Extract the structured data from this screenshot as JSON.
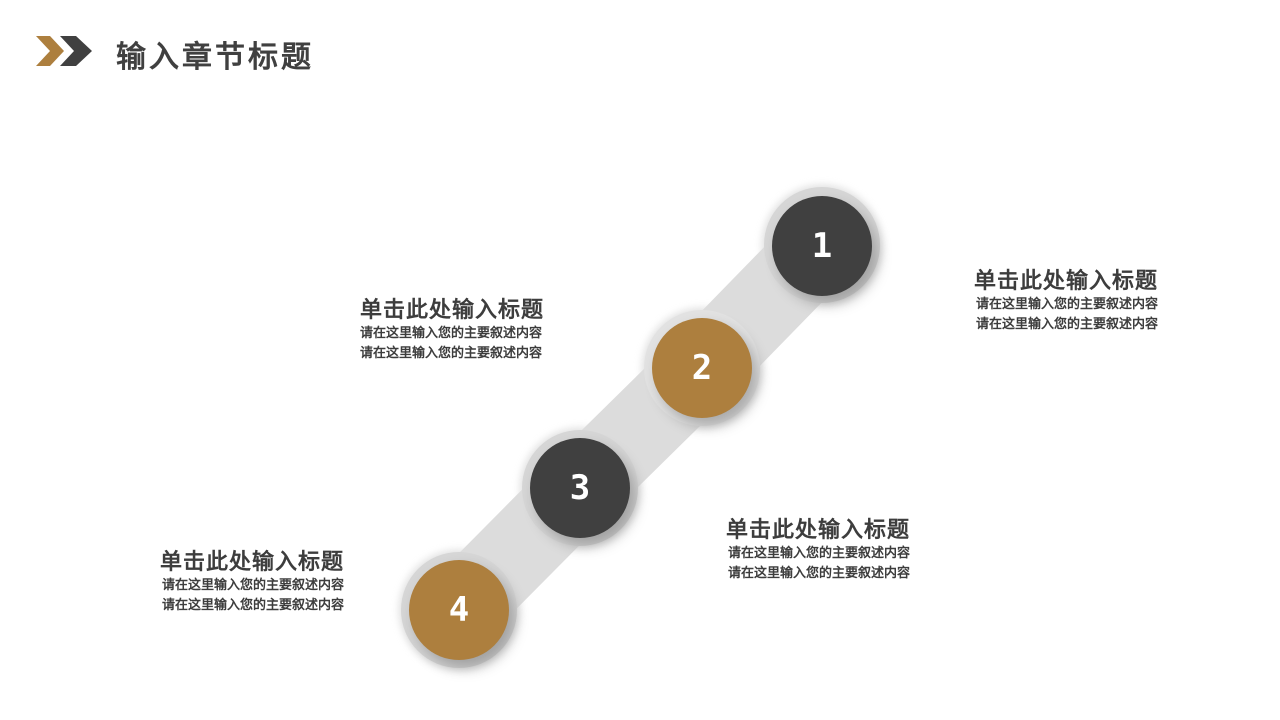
{
  "header": {
    "title": "输入章节标题",
    "chevron_colors": [
      "#ad7f3e",
      "#404040"
    ]
  },
  "colors": {
    "dark": "#404040",
    "gold": "#ad7f3e",
    "track": "#d9d9d9"
  },
  "steps": [
    {
      "number": "1",
      "title": "单击此处输入标题",
      "line1": "请在这里输入您的主要叙述内容",
      "line2": "请在这里输入您的主要叙述内容"
    },
    {
      "number": "2",
      "title": "单击此处输入标题",
      "line1": "请在这里输入您的主要叙述内容",
      "line2": "请在这里输入您的主要叙述内容"
    },
    {
      "number": "3",
      "title": "单击此处输入标题",
      "line1": "请在这里输入您的主要叙述内容",
      "line2": "请在这里输入您的主要叙述内容"
    },
    {
      "number": "4",
      "title": "单击此处输入标题",
      "line1": "请在这里输入您的主要叙述内容",
      "line2": "请在这里输入您的主要叙述内容"
    }
  ]
}
